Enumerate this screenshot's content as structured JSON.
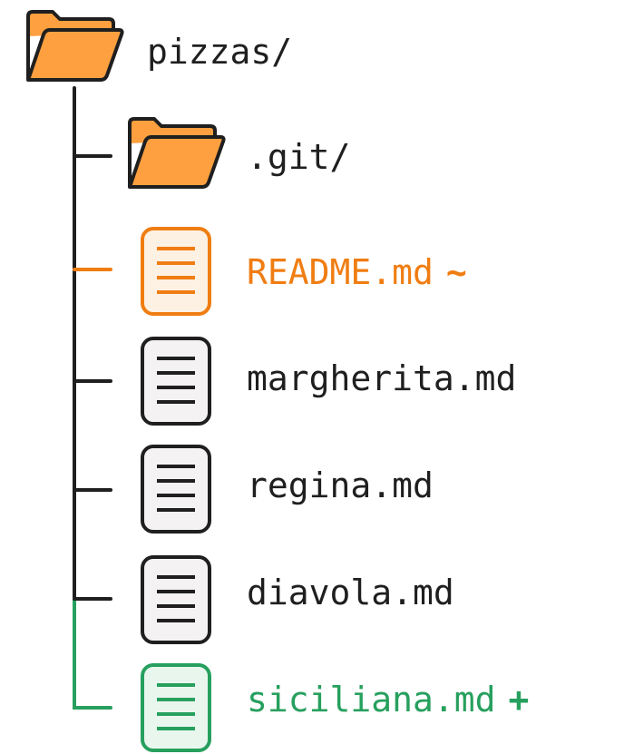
{
  "root": {
    "name": "pizzas/",
    "icon": "folder-icon"
  },
  "entries": [
    {
      "name": ".git/",
      "icon": "folder-icon",
      "status": "normal",
      "marker": ""
    },
    {
      "name": "README.md",
      "icon": "file-icon",
      "status": "modified",
      "marker": "~"
    },
    {
      "name": "margherita.md",
      "icon": "file-icon",
      "status": "normal",
      "marker": ""
    },
    {
      "name": "regina.md",
      "icon": "file-icon",
      "status": "normal",
      "marker": ""
    },
    {
      "name": "diavola.md",
      "icon": "file-icon",
      "status": "normal",
      "marker": ""
    },
    {
      "name": "siciliana.md",
      "icon": "file-icon",
      "status": "added",
      "marker": "+"
    }
  ],
  "colors": {
    "ink": "#1f1f1f",
    "folder_fill": "#ffa040",
    "modified": "#f07d12",
    "added": "#27a05e",
    "file_fill": "#f4f2f2",
    "modified_fill": "#fdf1e4",
    "added_fill": "#e9f6ee"
  }
}
